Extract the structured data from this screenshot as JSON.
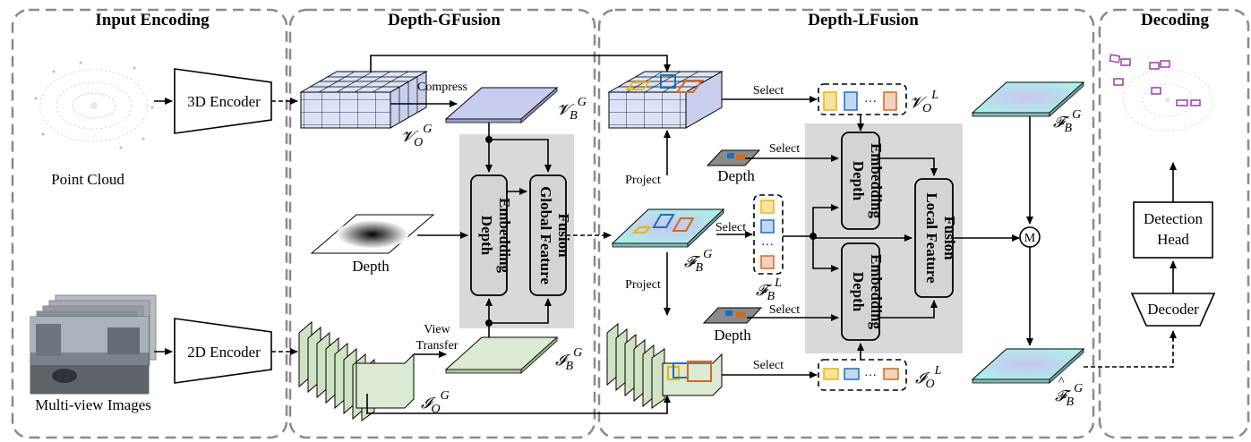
{
  "sections": {
    "input_encoding": "Input Encoding",
    "depth_gfusion": "Depth-GFusion",
    "depth_lfusion": "Depth-LFusion",
    "decoding": "Decoding"
  },
  "inputs": {
    "point_cloud": "Point Cloud",
    "multi_view": "Multi-view Images"
  },
  "encoders": {
    "enc3d": "3D Encoder",
    "enc2d": "2D Encoder"
  },
  "gfusion": {
    "compress": "Compress",
    "depth": "Depth",
    "view": "View",
    "transfer": "Transfer",
    "depth_embedding_1": "Depth",
    "depth_embedding_2": "Embedding",
    "gff_1": "Global Feature",
    "gff_2": "Fusion"
  },
  "lfusion": {
    "project_top": "Project",
    "project_bottom": "Project",
    "select_top": "Select",
    "select_depth_top": "Select",
    "select_mid": "Select",
    "select_depth_bottom": "Select",
    "select_bottom": "Select",
    "depth_top": "Depth",
    "depth_bottom": "Depth",
    "de_top_1": "Depth",
    "de_top_2": "Embedding",
    "de_bot_1": "Depth",
    "de_bot_2": "Embedding",
    "lff_1": "Local Feature",
    "lff_2": "Fusion",
    "merge": "M",
    "dots": "···"
  },
  "decoding": {
    "decoder": "Decoder",
    "head_1": "Detection",
    "head_2": "Head"
  },
  "symbols": {
    "V": "𝓥",
    "F": "𝓕",
    "I": "𝓘",
    "O": "O",
    "B": "B",
    "G": "G",
    "L": "L",
    "hat": "^"
  }
}
